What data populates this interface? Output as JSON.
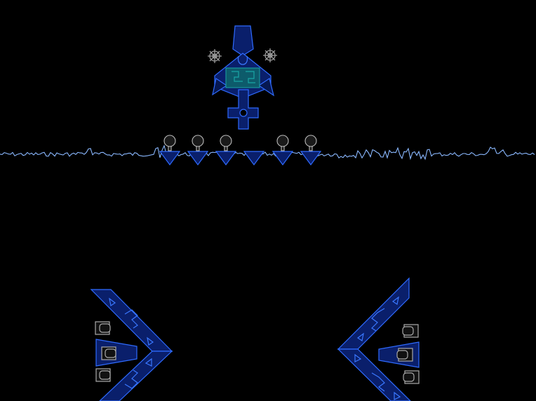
{
  "scene": {
    "background_color": "#000000",
    "accent_color": "#2f6bff",
    "hull_color": "#0a1f6b",
    "teal_color": "#1aa6a6",
    "wave_color": "#8ab8ff"
  },
  "boss": {
    "icon": "boss-ship-icon",
    "cogs": [
      "cog-icon",
      "cog-icon"
    ]
  },
  "turrets": {
    "count": 6,
    "with_bulb": [
      true,
      true,
      true,
      false,
      true,
      true
    ]
  },
  "gates": [
    {
      "side": "left",
      "icon": "left-gate-icon",
      "pods": 3
    },
    {
      "side": "right",
      "icon": "right-gate-icon",
      "pods": 3
    }
  ]
}
